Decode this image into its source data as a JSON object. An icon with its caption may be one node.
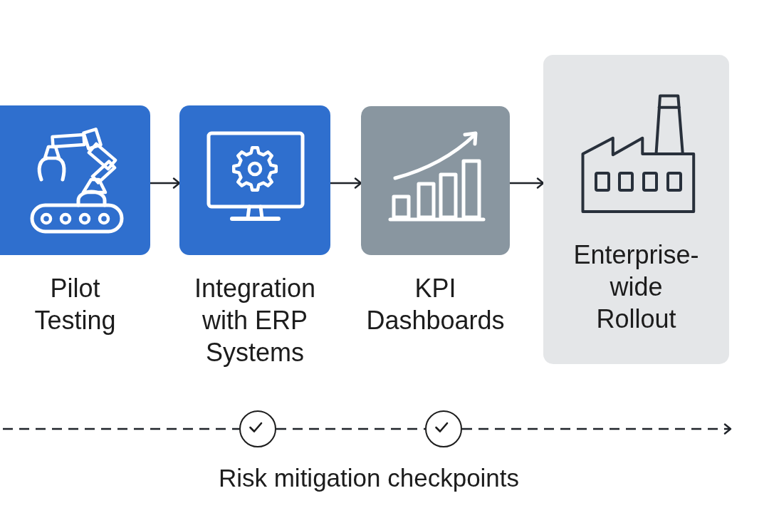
{
  "diagram": {
    "nodes": [
      {
        "text": [
          "Pilot Testing"
        ]
      },
      {
        "text": [
          "Integration with ERP Systems"
        ]
      },
      {
        "text": [
          "KPI Dashboards"
        ]
      },
      {
        "text": [
          "Enterprise-wide Rollout"
        ]
      },
      {
        "text": [],
        "shape": "circle"
      },
      {
        "text": [],
        "shape": "circle"
      }
    ],
    "edges": [
      {
        "from": 0,
        "to": 1,
        "arrow": "to"
      },
      {
        "from": 1,
        "to": 2,
        "arrow": "to"
      },
      {
        "from": 2,
        "to": 3,
        "arrow": "to"
      },
      {
        "from": null,
        "to": 4,
        "arrow": "none",
        "style": "dashed"
      },
      {
        "from": 4,
        "to": 5,
        "arrow": "none",
        "style": "dashed"
      },
      {
        "from": 5,
        "to": null,
        "arrow": "to",
        "style": "dashed"
      }
    ],
    "labels": [
      "Risk mitigation checkpoints"
    ]
  }
}
